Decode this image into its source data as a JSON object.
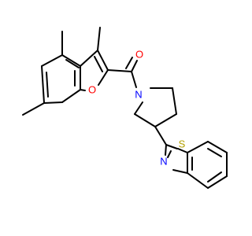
{
  "colors": {
    "bond": "#000000",
    "oxygen": "#ff0000",
    "nitrogen": "#0000ff",
    "sulfur": "#b3a000",
    "background": "#ffffff"
  },
  "atoms": {
    "carbonyl_oxygen": {
      "element": "O",
      "label": "O"
    },
    "furan_oxygen": {
      "element": "O",
      "label": "O"
    },
    "piperidine_nitrogen": {
      "element": "N",
      "label": "N"
    },
    "thiazole_sulfur": {
      "element": "S",
      "label": "S"
    },
    "thiazole_nitrogen": {
      "element": "N",
      "label": "N"
    }
  }
}
